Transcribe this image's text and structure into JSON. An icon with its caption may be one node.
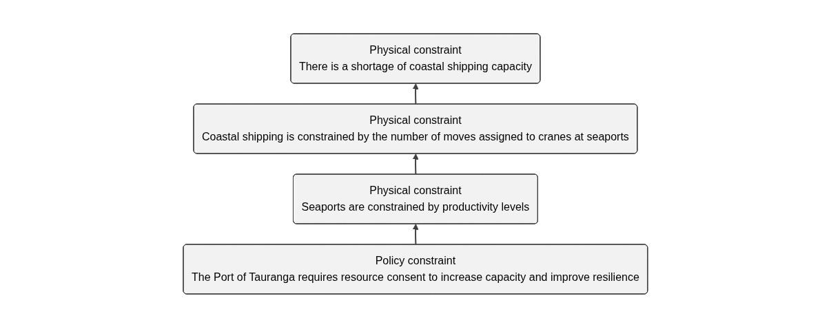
{
  "diagram": {
    "nodes": [
      {
        "text": [
          "Physical constraint",
          "There is a shortage of coastal shipping capacity"
        ]
      },
      {
        "text": [
          "Physical constraint",
          "Coastal shipping is constrained by the number of moves assigned to cranes at seaports"
        ]
      },
      {
        "text": [
          "Physical constraint",
          "Seaports are constrained by productivity levels"
        ]
      },
      {
        "text": [
          "Policy constraint",
          "The Port of Tauranga requires resource consent to increase capacity and improve resilience"
        ]
      }
    ],
    "edges": [
      {
        "from": 3,
        "to": 2,
        "arrow": "to"
      },
      {
        "from": 2,
        "to": 1,
        "arrow": "to"
      },
      {
        "from": 1,
        "to": 0,
        "arrow": "to"
      }
    ]
  }
}
